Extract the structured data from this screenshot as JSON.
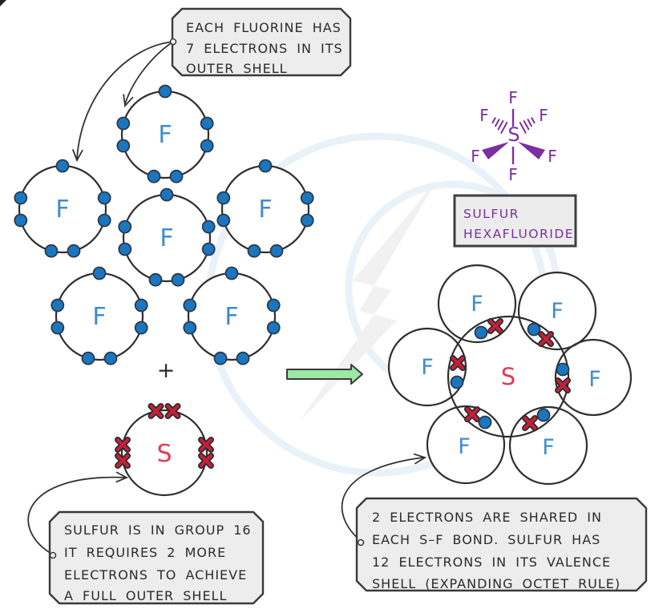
{
  "diagram_title": "Covalent bonding in sulfur hexafluoride (SF6) - dot and cross diagram",
  "labels": {
    "fluorine": "F",
    "sulfur": "S",
    "plus": "+"
  },
  "callouts": {
    "fluorine_note": {
      "lines": [
        "EACH FLUORINE HAS",
        "7 ELECTRONS IN ITS",
        "OUTER SHELL"
      ]
    },
    "sulfur_note": {
      "lines": [
        "SULFUR IS IN GROUP 16",
        "IT REQUIRES 2 MORE",
        "ELECTRONS TO ACHIEVE",
        "A FULL OUTER SHELL"
      ]
    },
    "bond_note": {
      "lines": [
        "2 ELECTRONS ARE SHARED IN",
        "EACH S–F BOND. SULFUR HAS",
        "12 ELECTRONS IN ITS VALENCE",
        "SHELL (EXPANDING OCTET RULE)"
      ]
    }
  },
  "product": {
    "name_lines": [
      "SULFUR",
      "HEXAFLUORIDE"
    ]
  },
  "reactants": {
    "fluorine_atom_count": 6,
    "electrons_per_fluorine": 7,
    "sulfur_outer_electrons_shown": 6
  },
  "product_molecule": {
    "shared_electron_pairs": 6,
    "bonds": "S-F x6"
  },
  "colors": {
    "electron_dot": "#1b76c0",
    "electron_cross": "#c4203a",
    "fluorine_label": "#3f8cce",
    "sulfur_label": "#e23b52",
    "formula_purple": "#7b2fa0",
    "note_box_fill": "#ededed",
    "outline": "#2f2f2f",
    "reaction_arrow_fill": "#9ce8a5"
  }
}
